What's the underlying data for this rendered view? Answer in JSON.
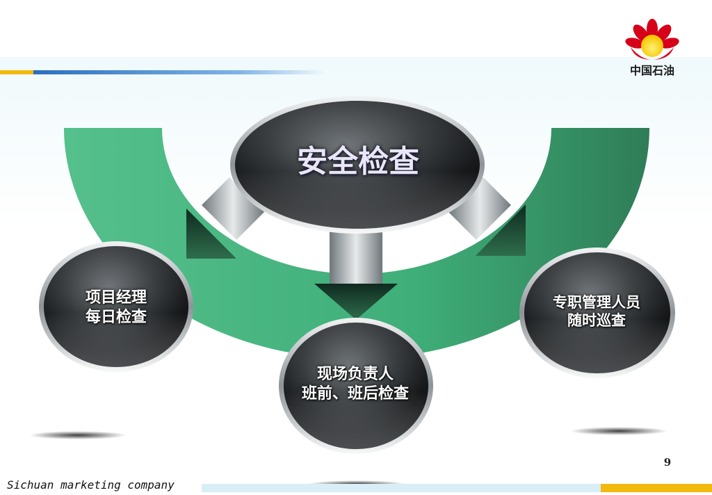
{
  "logo": {
    "text": "中国石油",
    "colors": {
      "red": "#d7001a",
      "yellow": "#f6c400"
    }
  },
  "diagram": {
    "center": {
      "label": "安全检查"
    },
    "nodes": [
      {
        "id": "left",
        "line1": "项目经理",
        "line2": "每日检查"
      },
      {
        "id": "bottom",
        "line1": "现场负责人",
        "line2": "班前、班后检查"
      },
      {
        "id": "right",
        "line1": "专职管理人员",
        "line2": "随时巡查"
      }
    ],
    "colors": {
      "arc": "#4fbb87",
      "arc_dark": "#1f5a3c",
      "arrow_head": "#1e4a35",
      "arrow_stem": "#9aa2a6"
    }
  },
  "footer": {
    "company": "Sichuan marketing company",
    "page_number": "9",
    "colors": {
      "yellow": "#f2b90f",
      "blue": "#d9eef6"
    }
  }
}
